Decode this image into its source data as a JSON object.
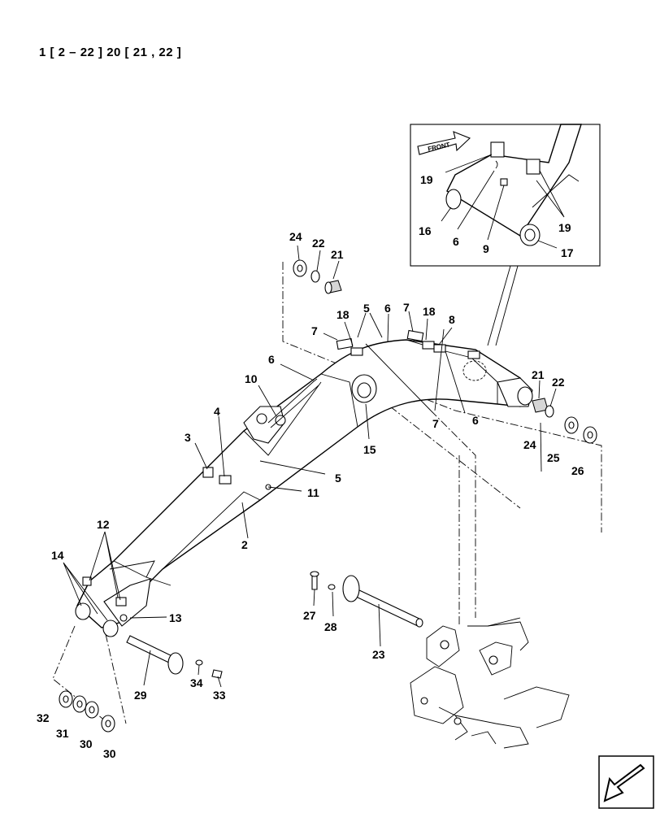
{
  "header": {
    "reference": "1 [ 2 – 22 ]   20 [ 21 , 22 ]"
  },
  "inset": {
    "front_label": "FRONT"
  },
  "callouts": {
    "c24a": "24",
    "c22a": "22",
    "c21a": "21",
    "c5a": "5",
    "c6a": "6",
    "c7a": "7",
    "c18a": "18",
    "c7b": "7",
    "c18b": "18",
    "c8": "8",
    "c6b": "6",
    "c10": "10",
    "c4": "4",
    "c3": "3",
    "c7c": "7",
    "c6c": "6",
    "c15": "15",
    "c5b": "5",
    "c11": "11",
    "c2": "2",
    "c21b": "21",
    "c22b": "22",
    "c24b": "24",
    "c25": "25",
    "c26": "26",
    "c12": "12",
    "c14": "14",
    "c13": "13",
    "c27": "27",
    "c28": "28",
    "c23": "23",
    "c29": "29",
    "c34": "34",
    "c33": "33",
    "c32": "32",
    "c31": "31",
    "c30a": "30",
    "c30b": "30",
    "c19a": "19",
    "c19b": "19",
    "c16": "16",
    "c6d": "6",
    "c9": "9",
    "c17": "17"
  }
}
